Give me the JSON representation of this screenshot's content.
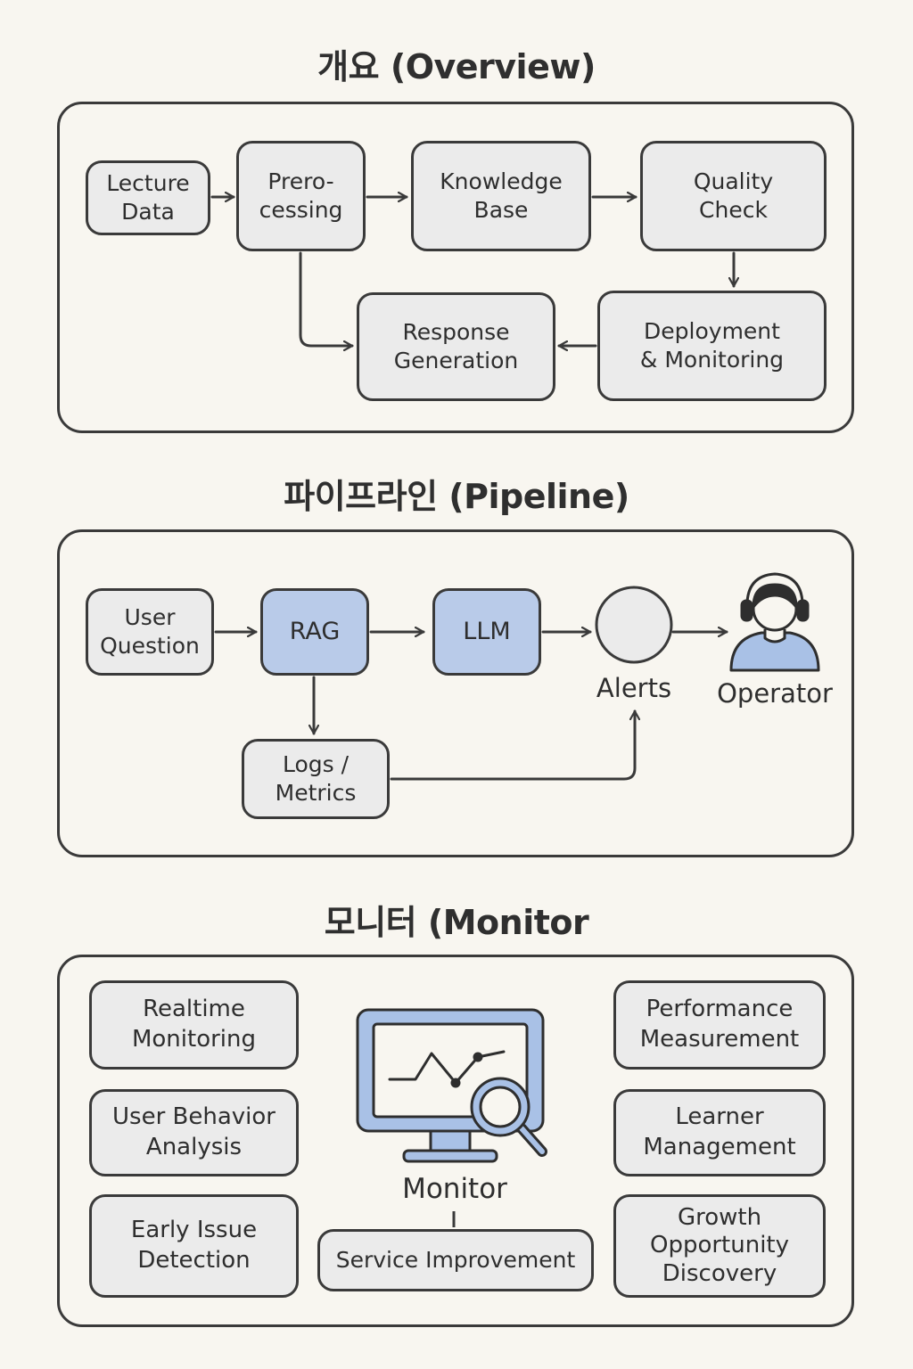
{
  "overview": {
    "title": "개요 (Overview)",
    "nodes": {
      "lecture_data": "Lecture\nData",
      "preprocessing": "Prero-\ncessing",
      "knowledge_base": "Knowledge\nBase",
      "quality_check": "Quality\nCheck",
      "response_generation": "Response\nGeneration",
      "deployment": "Deployment\n& Monitoring"
    }
  },
  "pipeline": {
    "title": "파이프라인 (Pipeline)",
    "nodes": {
      "user_question": "User\nQuestion",
      "rag": "RAG",
      "llm": "LLM",
      "logs_metrics": "Logs /\nMetrics"
    },
    "alerts_label": "Alerts",
    "operator_label": "Operator",
    "colors": {
      "highlight": "#b9cbe9",
      "operator_body": "#a9c1e6"
    }
  },
  "monitor": {
    "title": "모니터 (Monitor",
    "center_label": "Monitor",
    "left_items": [
      "Realtime\nMonitoring",
      "User Behavior\nAnalysis",
      "Early Issue\nDetection"
    ],
    "right_items": [
      "Performance\nMeasurement",
      "Learner\nManagement",
      "Growth\nOpportunity\nDiscovery"
    ],
    "bottom_item": "Service Improvement",
    "colors": {
      "screen_frame": "#a9c1e6"
    }
  }
}
